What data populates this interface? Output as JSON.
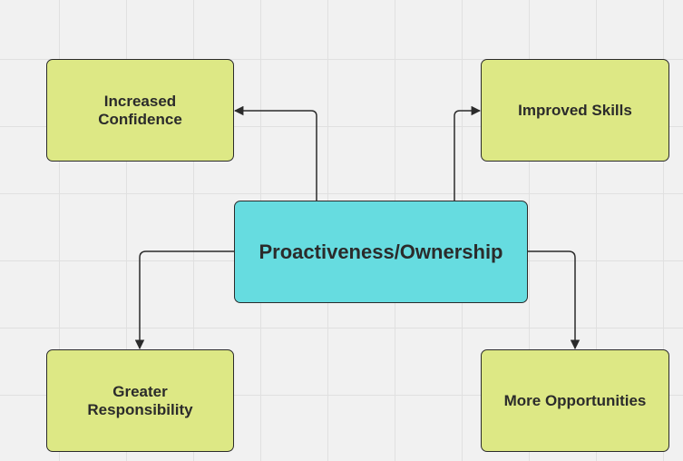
{
  "diagram": {
    "center": {
      "label": "Proactiveness/Ownership",
      "fill": "#66dce0"
    },
    "outcomes": [
      {
        "id": "increased-confidence",
        "label": "Increased\nConfidence",
        "fill": "#dde885"
      },
      {
        "id": "improved-skills",
        "label": "Improved Skills",
        "fill": "#dde885"
      },
      {
        "id": "greater-responsibility",
        "label": "Greater\nResponsibility",
        "fill": "#dde885"
      },
      {
        "id": "more-opportunities",
        "label": "More Opportunities",
        "fill": "#dde885"
      }
    ],
    "connections": [
      {
        "from": "Proactiveness/Ownership",
        "to": "Increased Confidence"
      },
      {
        "from": "Proactiveness/Ownership",
        "to": "Improved Skills"
      },
      {
        "from": "Proactiveness/Ownership",
        "to": "Greater Responsibility"
      },
      {
        "from": "Proactiveness/Ownership",
        "to": "More Opportunities"
      }
    ],
    "colors": {
      "stroke": "#2b2b2b",
      "background": "#f1f1f1",
      "grid": "#e0e0e0"
    }
  }
}
